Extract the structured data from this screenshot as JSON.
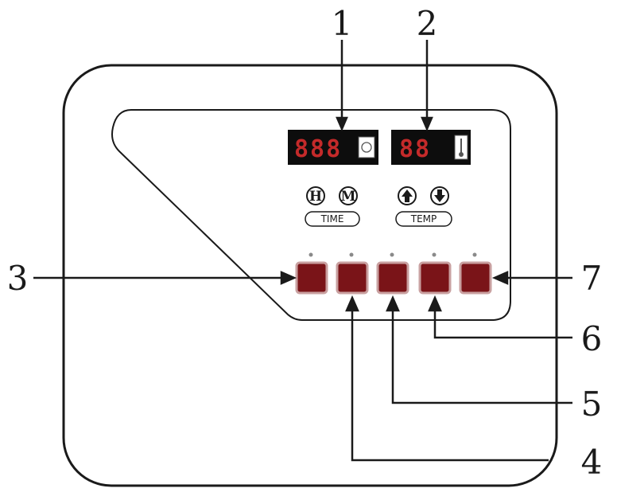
{
  "colors": {
    "line": "#1a1a1a",
    "display_bg": "#0d0d0d",
    "segment": "#c42a2a",
    "button_fill": "#7a1418",
    "button_border": "#c9a0a0",
    "indicator": "#8a8a8a"
  },
  "displays": {
    "time_digits": "888",
    "temp_digits": "88",
    "time_icon": "clock-icon",
    "temp_icon": "thermometer-icon"
  },
  "time_group": {
    "hour_label": "H",
    "minute_label": "M",
    "caption": "TIME"
  },
  "temp_group": {
    "up_icon": "arrow-up-icon",
    "down_icon": "arrow-down-icon",
    "caption": "TEMP"
  },
  "callouts": [
    "1",
    "2",
    "3",
    "4",
    "5",
    "6",
    "7"
  ]
}
